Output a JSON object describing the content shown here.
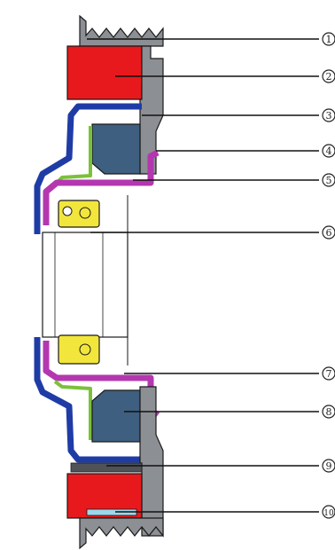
{
  "colors": {
    "gray": "#8c8f94",
    "dark_gray": "#4f5358",
    "red": "#e8191c",
    "blue": "#1f3ca6",
    "slate": "#3f5f80",
    "purple": "#b437b0",
    "yellow": "#f2e63c",
    "green": "#7bc13a",
    "cyan": "#9ed6ea",
    "outline": "#1a1a1a"
  },
  "callouts": [
    {
      "label": "1"
    },
    {
      "label": "2"
    },
    {
      "label": "3"
    },
    {
      "label": "4"
    },
    {
      "label": "5"
    },
    {
      "label": "6"
    },
    {
      "label": "7"
    },
    {
      "label": "8"
    },
    {
      "label": "9"
    },
    {
      "label": "10"
    }
  ]
}
